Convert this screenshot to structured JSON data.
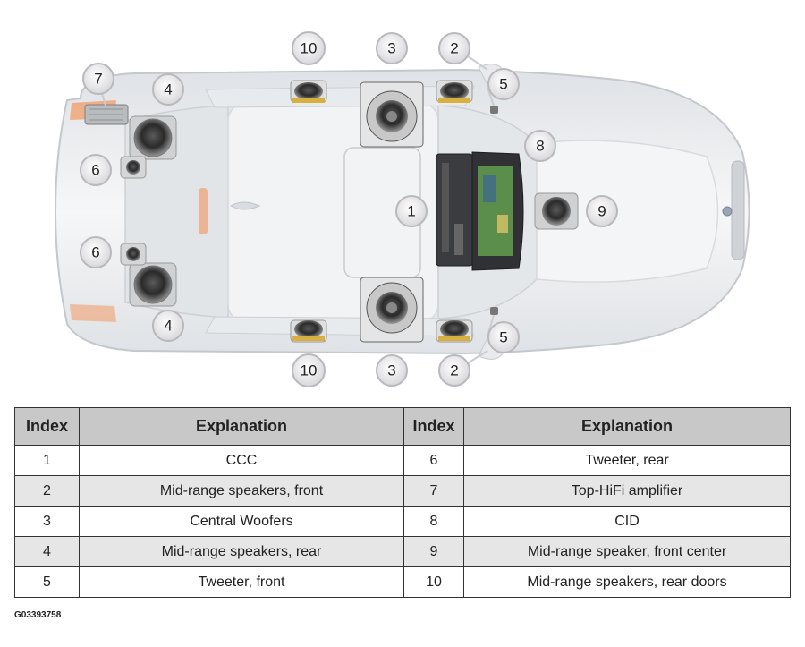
{
  "callouts": {
    "c1": "1",
    "c2": "2",
    "c3": "3",
    "c4": "4",
    "c5": "5",
    "c6": "6",
    "c7": "7",
    "c8": "8",
    "c9": "9",
    "c10": "10"
  },
  "table": {
    "header": {
      "index": "Index",
      "explanation": "Explanation"
    },
    "rows": [
      {
        "left_index": "1",
        "left_text": "CCC",
        "right_index": "6",
        "right_text": "Tweeter, rear"
      },
      {
        "left_index": "2",
        "left_text": "Mid-range speakers, front",
        "right_index": "7",
        "right_text": "Top-HiFi amplifier"
      },
      {
        "left_index": "3",
        "left_text": "Central Woofers",
        "right_index": "8",
        "right_text": "CID"
      },
      {
        "left_index": "4",
        "left_text": "Mid-range speakers, rear",
        "right_index": "9",
        "right_text": "Mid-range speaker, front center"
      },
      {
        "left_index": "5",
        "left_text": "Tweeter, front",
        "right_index": "10",
        "right_text": "Mid-range speakers, rear doors"
      }
    ]
  },
  "figure_code": "G03393758",
  "colors": {
    "header_bg": "#c8c8c8",
    "alt_row_bg": "#e6e6e6",
    "car_body": "#eef0f2",
    "accent_light": "#f0a070"
  }
}
